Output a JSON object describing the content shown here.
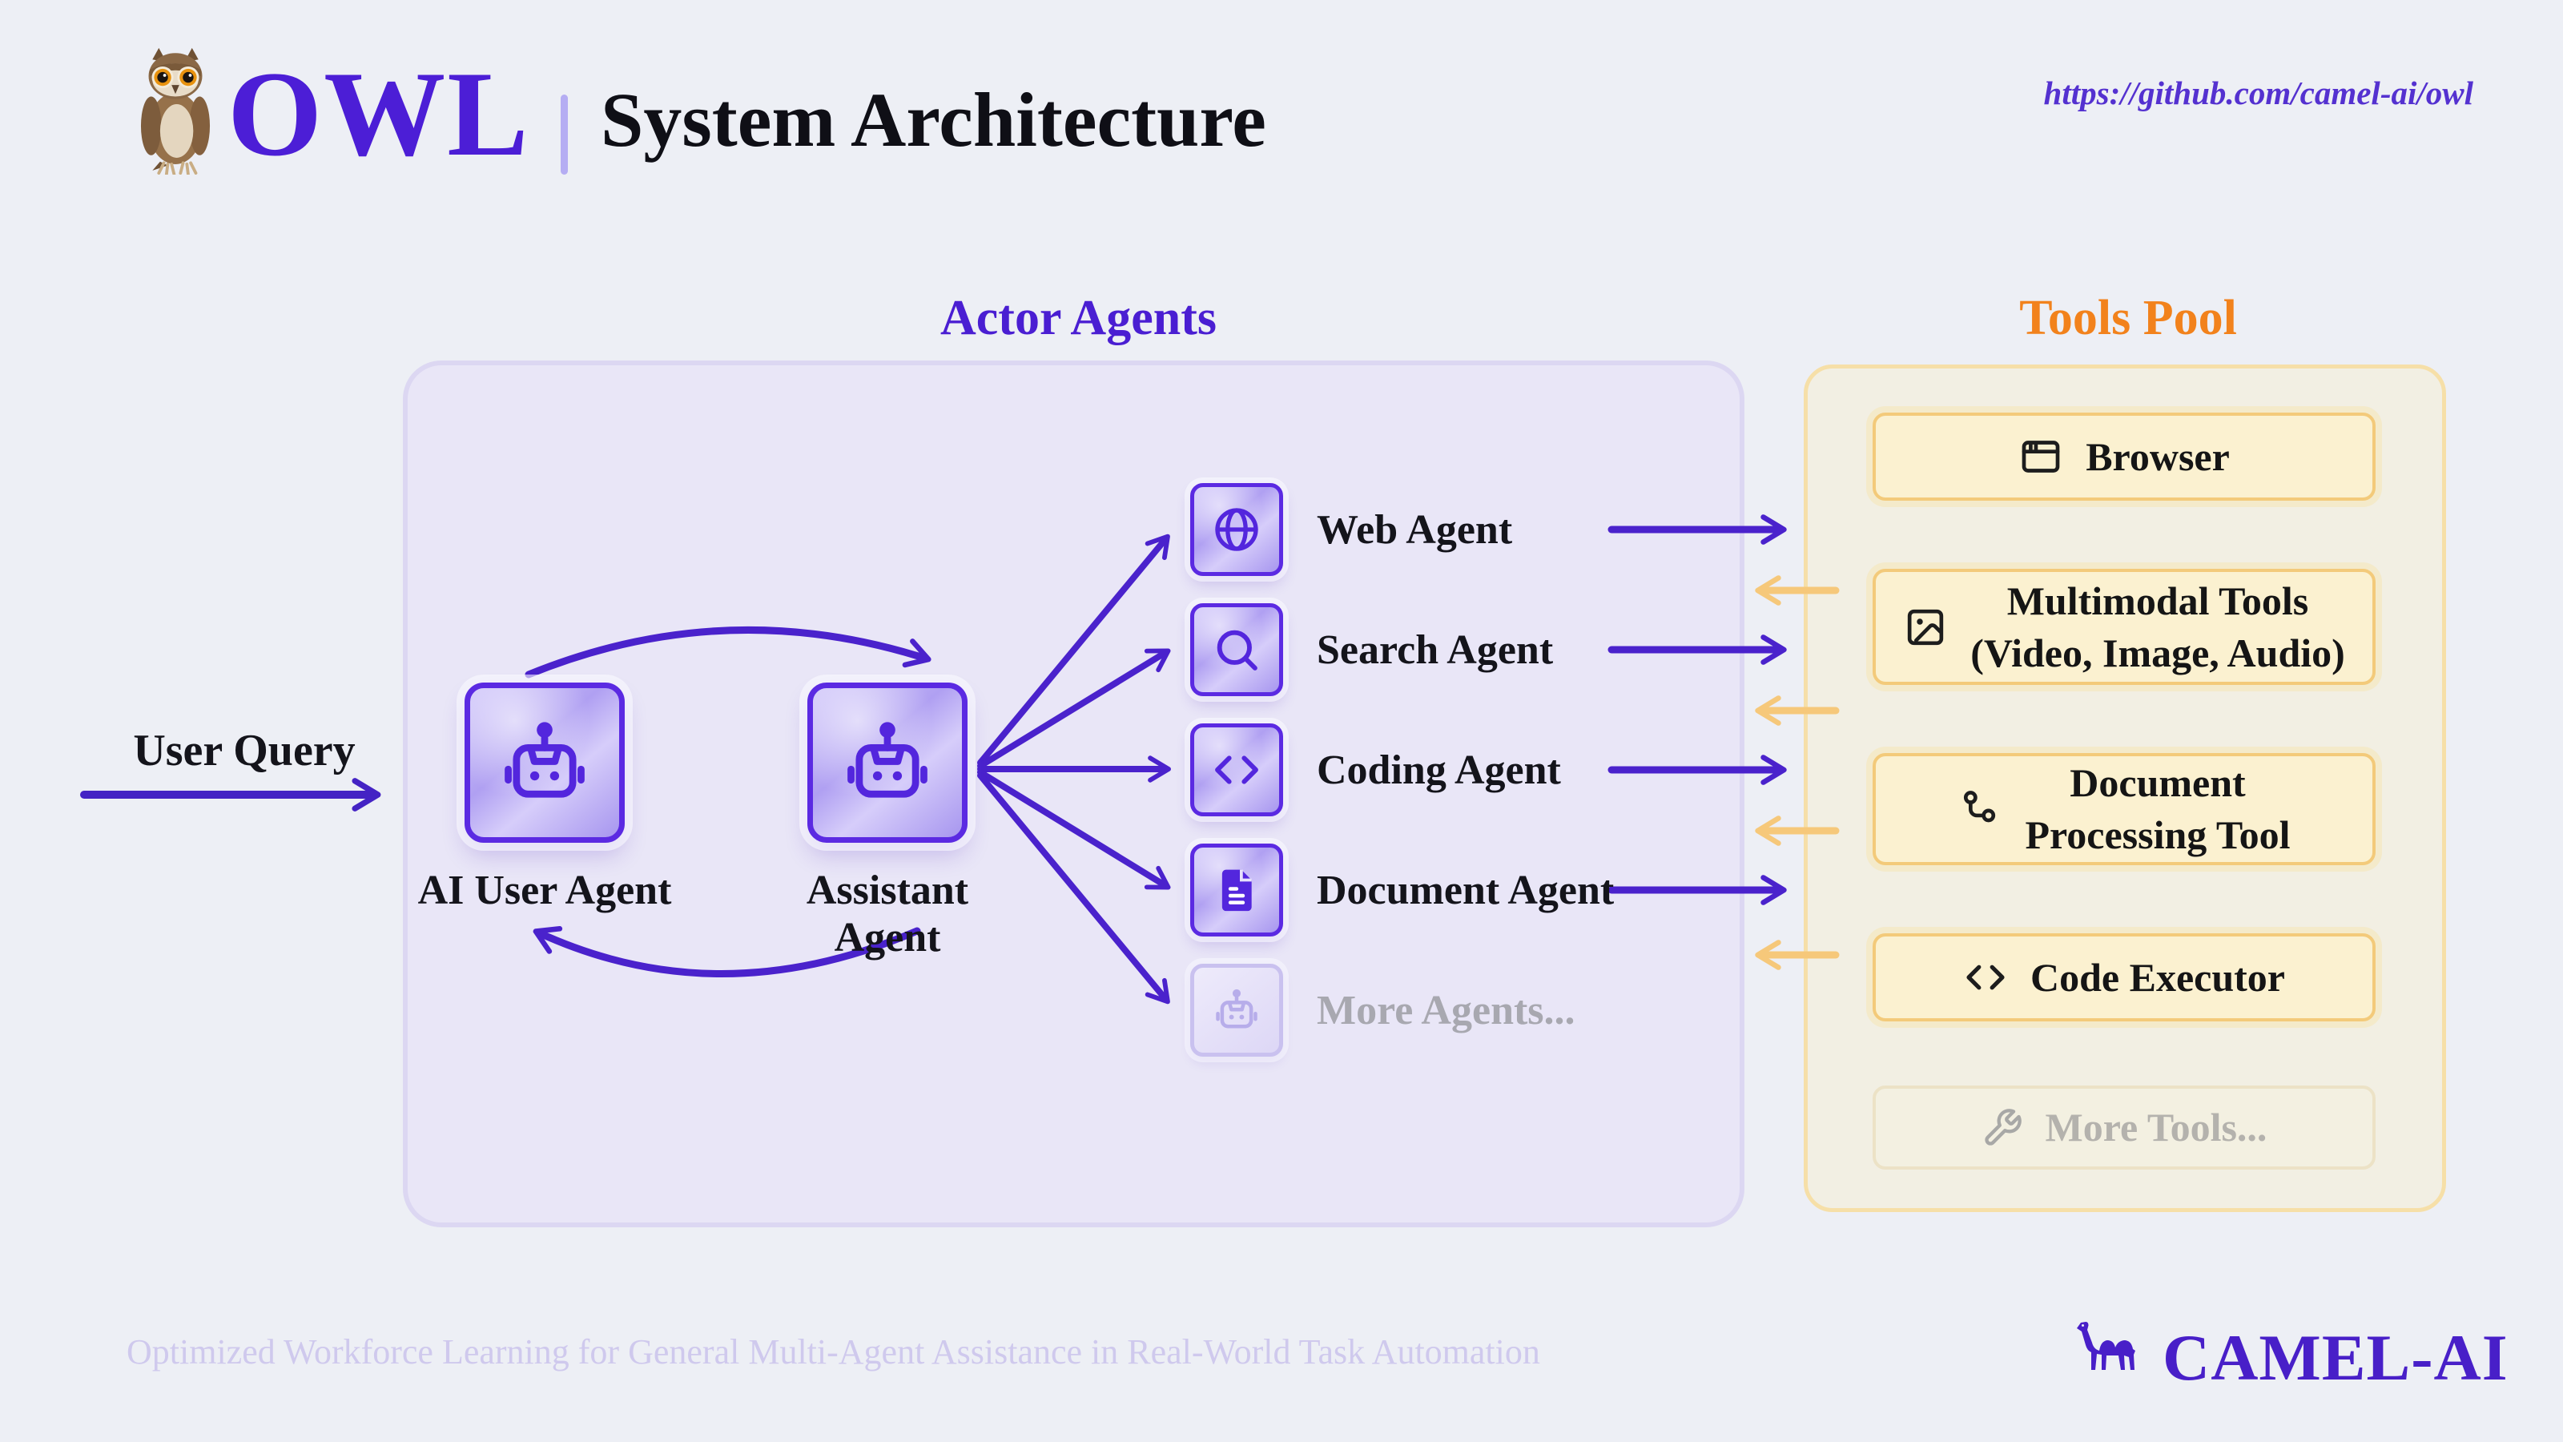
{
  "header": {
    "logo_text": "OWL",
    "title": "System Architecture",
    "link": "https://github.com/camel-ai/owl"
  },
  "actor_agents": {
    "title": "Actor Agents",
    "user_query_label": "User Query",
    "core_agents": [
      {
        "label": "AI User Agent",
        "icon": "robot-icon"
      },
      {
        "label": "Assistant Agent",
        "icon": "robot-icon"
      }
    ],
    "sub_agents": [
      {
        "label": "Web Agent",
        "icon": "globe-icon",
        "faded": false
      },
      {
        "label": "Search Agent",
        "icon": "search-icon",
        "faded": false
      },
      {
        "label": "Coding Agent",
        "icon": "code-icon",
        "faded": false
      },
      {
        "label": "Document Agent",
        "icon": "document-icon",
        "faded": false
      },
      {
        "label": "More Agents...",
        "icon": "robot-icon",
        "faded": true
      }
    ]
  },
  "tools_pool": {
    "title": "Tools Pool",
    "tools": [
      {
        "label": "Browser",
        "icon": "browser-icon",
        "faded": false
      },
      {
        "label": "Multimodal Tools\n(Video, Image, Audio)",
        "icon": "image-icon",
        "faded": false
      },
      {
        "label": "Document\nProcessing Tool",
        "icon": "workflow-icon",
        "faded": false
      },
      {
        "label": "Code Executor",
        "icon": "code-icon",
        "faded": false
      },
      {
        "label": "More Tools...",
        "icon": "wrench-icon",
        "faded": true
      }
    ]
  },
  "footer": {
    "tagline": "Optimized Workforce Learning for General Multi-Agent Assistance in Real-World Task Automation",
    "brand": "CAMEL-AI"
  },
  "colors": {
    "purple_arrow": "#4a22cc",
    "purple_dark_arrow": "#4423c4",
    "brand_purple": "#4c1ed6",
    "actor_title_purple": "#4a1ed2",
    "tools_title_orange": "#f2821c",
    "orange_arrow": "#f6c87a",
    "tool_card_yellow": "#fbf1d0",
    "background": "#edeff5"
  }
}
